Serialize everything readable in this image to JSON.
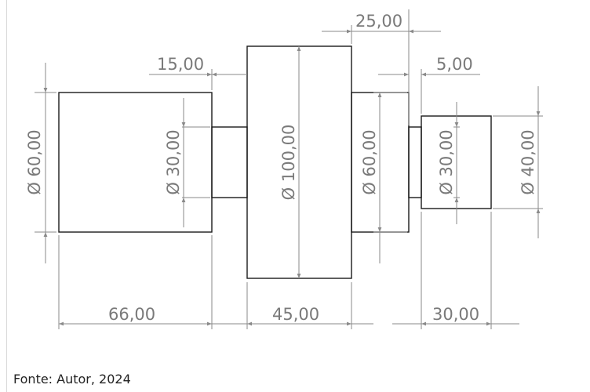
{
  "diagram": {
    "dimensions": {
      "top_15": "15,00",
      "top_25": "25,00",
      "top_5": "5,00",
      "bottom_66": "66,00",
      "bottom_45": "45,00",
      "bottom_30": "30,00",
      "dia_60_left": "Ø 60,00",
      "dia_30_left": "Ø 30,00",
      "dia_100": "Ø 100,00",
      "dia_60_right": "Ø 60,00",
      "dia_30_right": "Ø 30,00",
      "dia_40": "Ø 40,00"
    },
    "colors": {
      "part_line": "#1a1a1a",
      "dimension_line": "#8a8a8a",
      "dimension_text": "#7a7a7a"
    }
  },
  "caption": "Fonte: Autor, 2024"
}
